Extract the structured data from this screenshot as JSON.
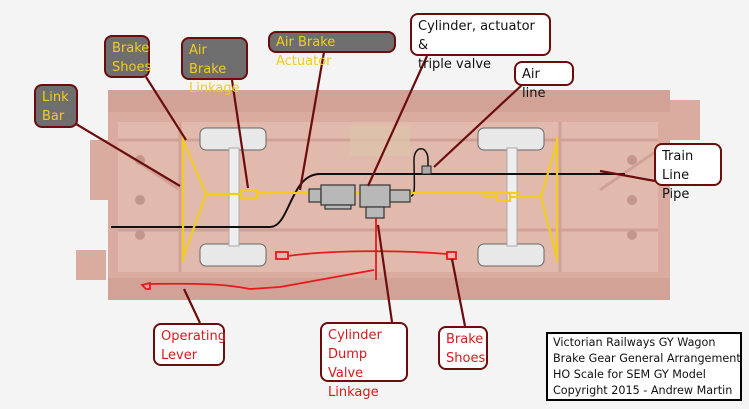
{
  "title": "Victorian Railways GY Wagon Brake Gear General Arrangement",
  "colors": {
    "wagon_body": "#d9a296",
    "leader_line": "#6b0d0d",
    "air_brake_gear": "#f2cc1e",
    "hand_brake_gear": "#e61a1a",
    "train_line": "#111111",
    "cylinder": "#b8b8b8"
  },
  "labels": {
    "link_bar": "Link\nBar",
    "brake_shoes_top": "Brake\nShoes",
    "air_brake_linkage": "Air Brake\nLinkage",
    "air_brake_actuator": "Air Brake Actuator",
    "cylinder_actuator_triple_valve": "Cylinder, actuator &\ntriple valve",
    "air_line": "Air line",
    "train_line_pipe": "Train\nLine Pipe",
    "operating_lever": "Operating\nLever",
    "cylinder_dump_valve_linkage": "Cylinder\nDump Valve\nLinkage",
    "brake_shoes_bottom": "Brake\nShoes"
  },
  "info_box": {
    "line1": "Victorian Railways GY Wagon",
    "line2": "Brake Gear General Arrangement",
    "line3": "HO Scale for SEM GY Model",
    "line4": "Copyright 2015 - Andrew Martin"
  }
}
